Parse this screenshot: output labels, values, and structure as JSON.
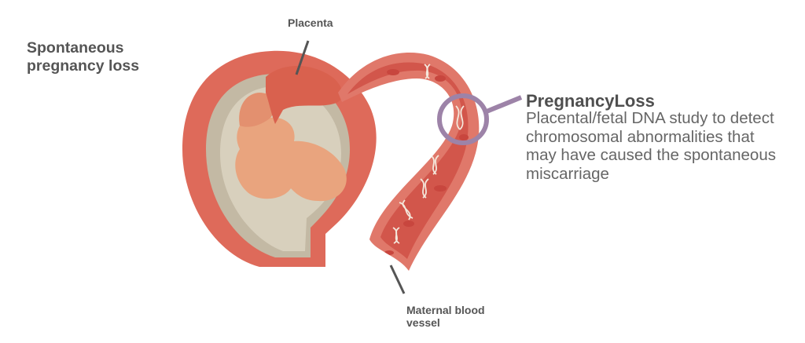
{
  "diagram": {
    "title": "Spontaneous pregnancy loss",
    "labels": {
      "placenta": "Placenta",
      "maternal_blood_vessel": "Maternal blood vessel"
    },
    "callout": {
      "heading": "PregnancyLoss",
      "description": "Placental/fetal DNA study to detect chromosomal abnormalities that may have caused the spontaneous miscarriage"
    }
  },
  "colors": {
    "uterus_outer": "#de6a5a",
    "uterus_inner": "#c3b9a4",
    "amniotic": "#d8d0bd",
    "fetus": "#e9a47e",
    "placenta": "#d9614e",
    "vessel": "#e0786a",
    "blood": "#d2564b",
    "highlight_ring": "#9d83a8",
    "text_dark": "#555555"
  }
}
